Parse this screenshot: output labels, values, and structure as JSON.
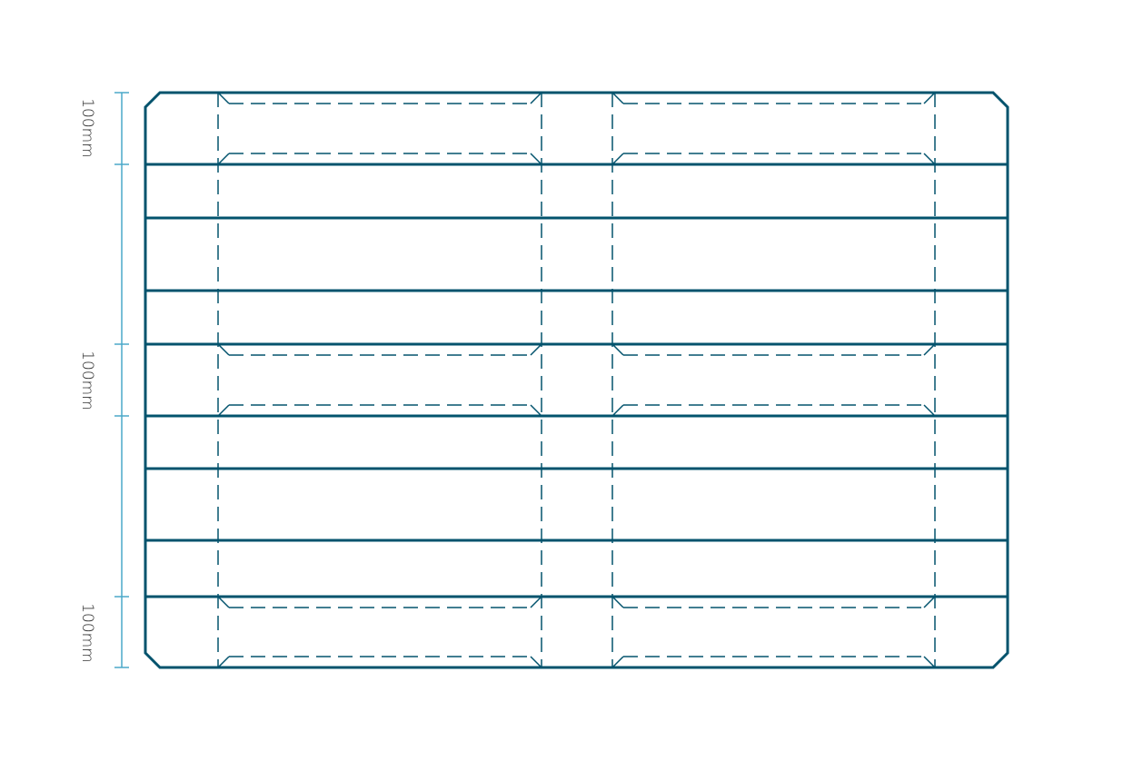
{
  "dimensions": {
    "labels": [
      "100mm",
      "100mm",
      "100mm"
    ]
  },
  "colors": {
    "board": "#03536d",
    "dimension": "#4aa9c9"
  }
}
